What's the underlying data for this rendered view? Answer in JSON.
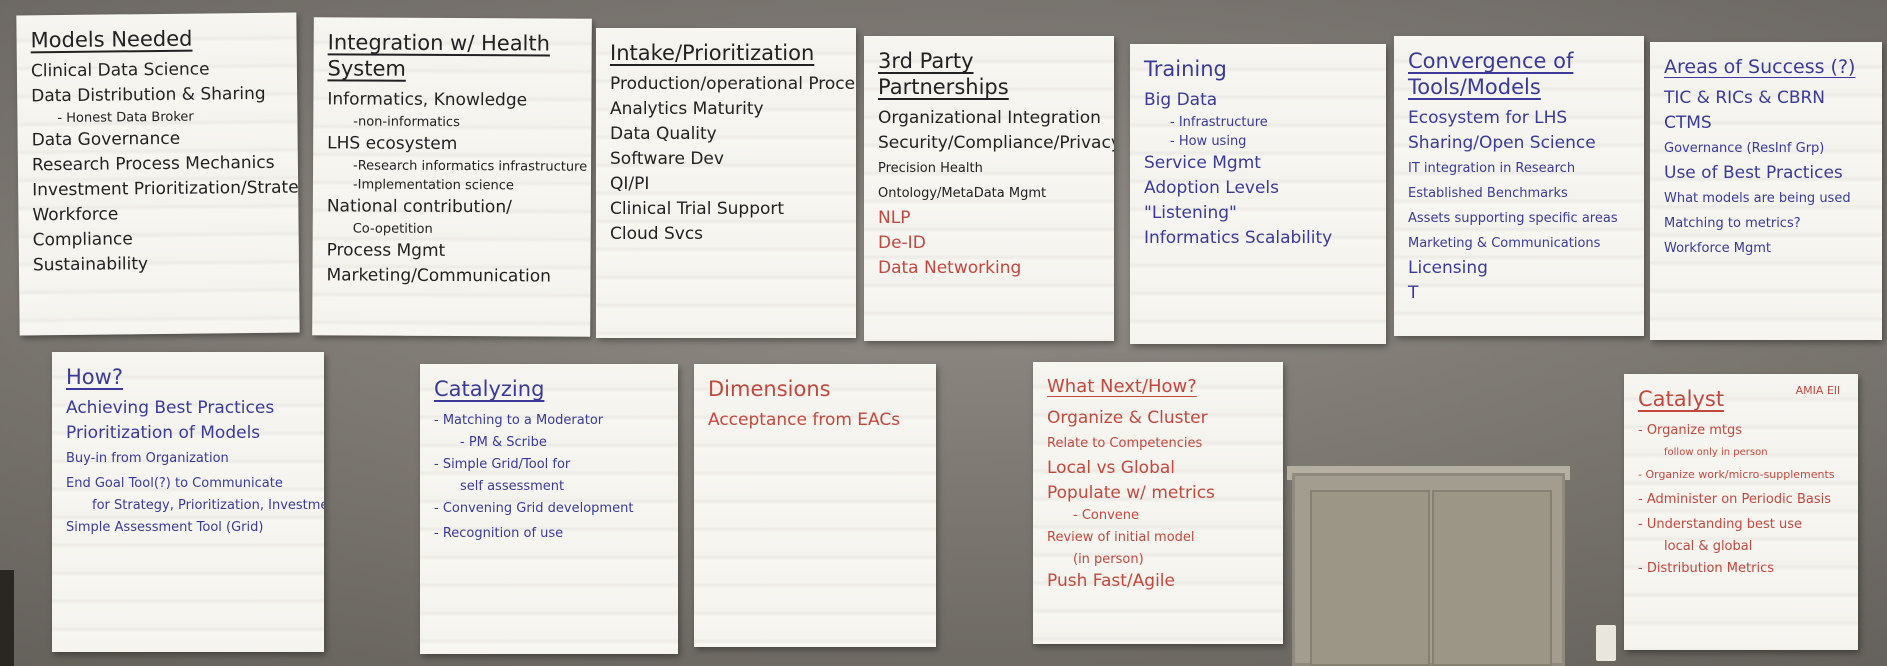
{
  "sheets": {
    "models_needed": {
      "title": "Models Needed",
      "items": [
        "Clinical Data Science",
        "Data Distribution & Sharing",
        "- Honest Data Broker",
        "Data Governance",
        "Research Process Mechanics",
        "Investment Prioritization/Strategy",
        "Workforce",
        "Compliance",
        "Sustainability"
      ]
    },
    "integration": {
      "title": "Integration w/ Health System",
      "items": [
        "Informatics, Knowledge",
        "-non-informatics",
        "LHS ecosystem",
        "-Research informatics infrastructure",
        "-Implementation science",
        "National contribution/",
        "Co-opetition",
        "Process Mgmt",
        "Marketing/Communication"
      ]
    },
    "intake": {
      "title": "Intake/Prioritization",
      "items": [
        "Production/operational Processes",
        "Analytics Maturity",
        "Data Quality",
        "Software Dev",
        "QI/PI",
        "Clinical Trial Support",
        "Cloud Svcs"
      ]
    },
    "third_party": {
      "title": "3rd Party Partnerships",
      "items": [
        "Organizational Integration",
        "Security/Compliance/Privacy",
        "Precision Health",
        "Ontology/MetaData Mgmt",
        "NLP",
        "De-ID",
        "Data Networking"
      ]
    },
    "training": {
      "title": "Training",
      "items": [
        "Big Data",
        "- Infrastructure",
        "- How using",
        "Service Mgmt",
        "Adoption Levels",
        "\"Listening\"",
        "Informatics Scalability"
      ]
    },
    "convergence": {
      "title": "Convergence of Tools/Models",
      "items": [
        "Ecosystem for LHS",
        "Sharing/Open Science",
        "IT integration in Research",
        "Established Benchmarks",
        "Assets supporting specific areas",
        "Marketing & Communications",
        "Licensing",
        "T"
      ]
    },
    "areas_success": {
      "title": "Areas of Success (?)",
      "items": [
        "TIC & RICs & CBRN",
        "CTMS",
        "Governance (ResInf Grp)",
        "Use of Best Practices",
        "What models are being used",
        "Matching to metrics?",
        "Workforce Mgmt"
      ]
    },
    "how": {
      "title": "How?",
      "items": [
        "Achieving Best Practices",
        "Prioritization of Models",
        "Buy-in from Organization",
        "End Goal Tool(?) to Communicate",
        "for Strategy, Prioritization, Investment",
        "Simple Assessment Tool (Grid)"
      ]
    },
    "catalyzing": {
      "title": "Catalyzing",
      "items": [
        "- Matching to a Moderator",
        "- PM & Scribe",
        "- Simple Grid/Tool for",
        "self assessment",
        "- Convening Grid development",
        "- Recognition of use"
      ]
    },
    "dimensions": {
      "title": "Dimensions",
      "items": [
        "Acceptance from EACs"
      ]
    },
    "what_next": {
      "title": "What Next/How?",
      "items": [
        "Organize & Cluster",
        "Relate to Competencies",
        "Local vs Global",
        "Populate w/ metrics",
        "- Convene",
        "Review of initial model",
        "(in person)",
        "Push Fast/Agile"
      ]
    },
    "catalyst": {
      "title": "Catalyst",
      "note": "AMIA Ell",
      "items": [
        "- Organize mtgs",
        "follow only in person",
        "- Organize work/micro-supplements",
        "- Administer on Periodic Basis",
        "- Understanding best use",
        "local & global",
        "- Distribution Metrics"
      ]
    }
  }
}
